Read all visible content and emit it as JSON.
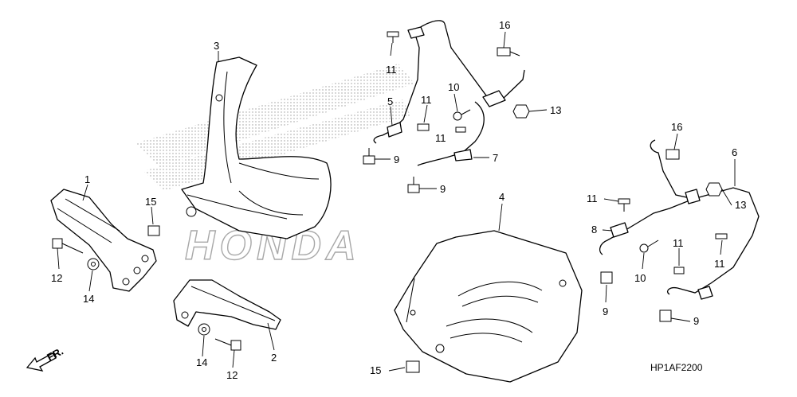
{
  "diagram_code": "HP1AF2200",
  "direction_label": "FR.",
  "watermark_text": "HONDA",
  "callouts": {
    "c1": "1",
    "c2": "2",
    "c3": "3",
    "c4": "4",
    "c5": "5",
    "c6": "6",
    "c7": "7",
    "c8": "8",
    "c9a": "9",
    "c9b": "9",
    "c9c": "9",
    "c9d": "9",
    "c10a": "10",
    "c10b": "10",
    "c11a": "11",
    "c11b": "11",
    "c11c": "11",
    "c11d": "11",
    "c11e": "11",
    "c11f": "11",
    "c12a": "12",
    "c12b": "12",
    "c13a": "13",
    "c13b": "13",
    "c14a": "14",
    "c14b": "14",
    "c15a": "15",
    "c15b": "15",
    "c16a": "16",
    "c16b": "16"
  }
}
